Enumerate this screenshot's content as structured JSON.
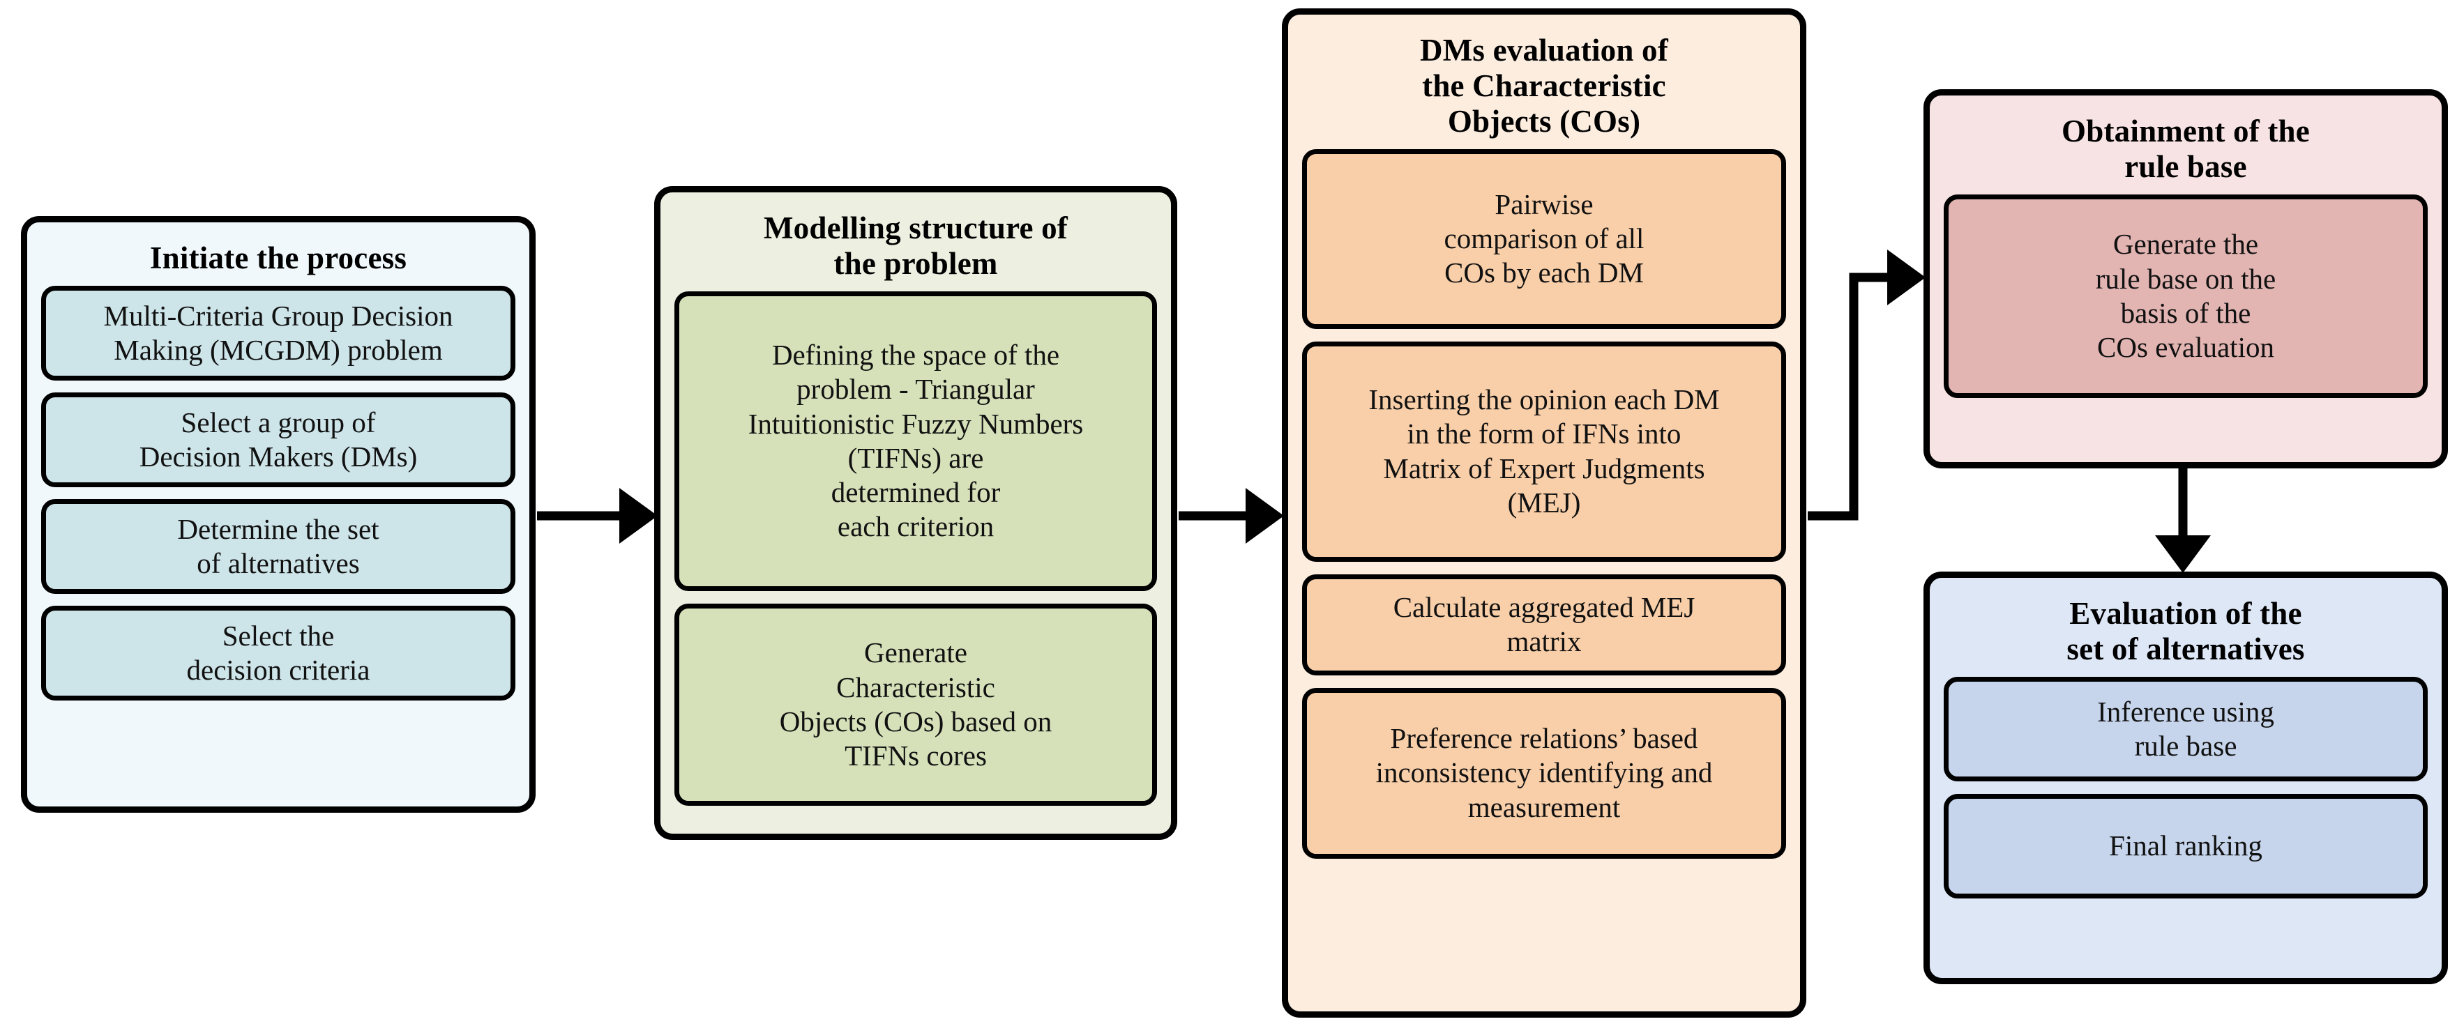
{
  "diagram": {
    "title": "Methodology flowchart",
    "orientation": "left-to-right",
    "palette": {
      "stage1_outer": "#f1f8fb",
      "stage1_inner": "#cde4e9",
      "stage2_outer": "#edefe1",
      "stage2_inner": "#d6e1ba",
      "stage3_outer": "#fceddf",
      "stage3_inner": "#f9cfa9",
      "stage4_outer": "#f7e3e3",
      "stage4_inner": "#e2b5b2",
      "stage5_outer": "#dee7f6",
      "stage5_inner": "#c6d5ec",
      "stroke": "#000000",
      "text": "#111111"
    },
    "stages": [
      {
        "id": "initiate-the-process",
        "title": "Initiate the process",
        "steps": [
          "Multi-Criteria Group Decision\nMaking (MCGDM) problem",
          "Select a group of\nDecision Makers (DMs)",
          "Determine the set\nof alternatives",
          "Select the\ndecision criteria"
        ]
      },
      {
        "id": "modelling-structure-of-the-problem",
        "title": "Modelling structure of\nthe problem",
        "steps": [
          "Defining the space of the\nproblem - Triangular\nIntuitionistic Fuzzy Numbers\n(TIFNs) are\ndetermined for\neach criterion",
          "Generate\nCharacteristic\nObjects (COs) based on\nTIFNs cores"
        ]
      },
      {
        "id": "dms-evaluation-of-the-characteristic-objects",
        "title": "DMs evaluation of\nthe Characteristic\nObjects (COs)",
        "steps": [
          "Pairwise\ncomparison of all\nCOs by each DM",
          "Inserting the opinion each DM\nin the form of IFNs into\nMatrix of Expert Judgments\n(MEJ)",
          "Calculate aggregated MEJ\nmatrix",
          "Preference relations’ based\ninconsistency identifying and\nmeasurement"
        ]
      },
      {
        "id": "obtainment-of-the-rule-base",
        "title": "Obtainment of the\nrule base",
        "steps": [
          "Generate the\nrule base on the\nbasis of the\nCOs evaluation"
        ]
      },
      {
        "id": "evaluation-of-the-set-of-alternatives",
        "title": "Evaluation of the\nset of alternatives",
        "steps": [
          "Inference using\nrule base",
          "Final ranking"
        ]
      }
    ],
    "connectors": [
      {
        "id": "arrow-stage1-to-stage2",
        "from": "initiate-the-process",
        "to": "modelling-structure-of-the-problem",
        "shape": "straight-right",
        "icon": "arrow-right-icon"
      },
      {
        "id": "arrow-stage2-to-stage3",
        "from": "modelling-structure-of-the-problem",
        "to": "dms-evaluation-of-the-characteristic-objects",
        "shape": "straight-right",
        "icon": "arrow-right-icon"
      },
      {
        "id": "arrow-stage3-to-stage4",
        "from": "dms-evaluation-of-the-characteristic-objects",
        "to": "obtainment-of-the-rule-base",
        "shape": "elbow-up-right",
        "icon": "arrow-right-icon"
      },
      {
        "id": "arrow-stage4-to-stage5",
        "from": "obtainment-of-the-rule-base",
        "to": "evaluation-of-the-set-of-alternatives",
        "shape": "straight-down",
        "icon": "arrow-down-icon"
      }
    ]
  }
}
